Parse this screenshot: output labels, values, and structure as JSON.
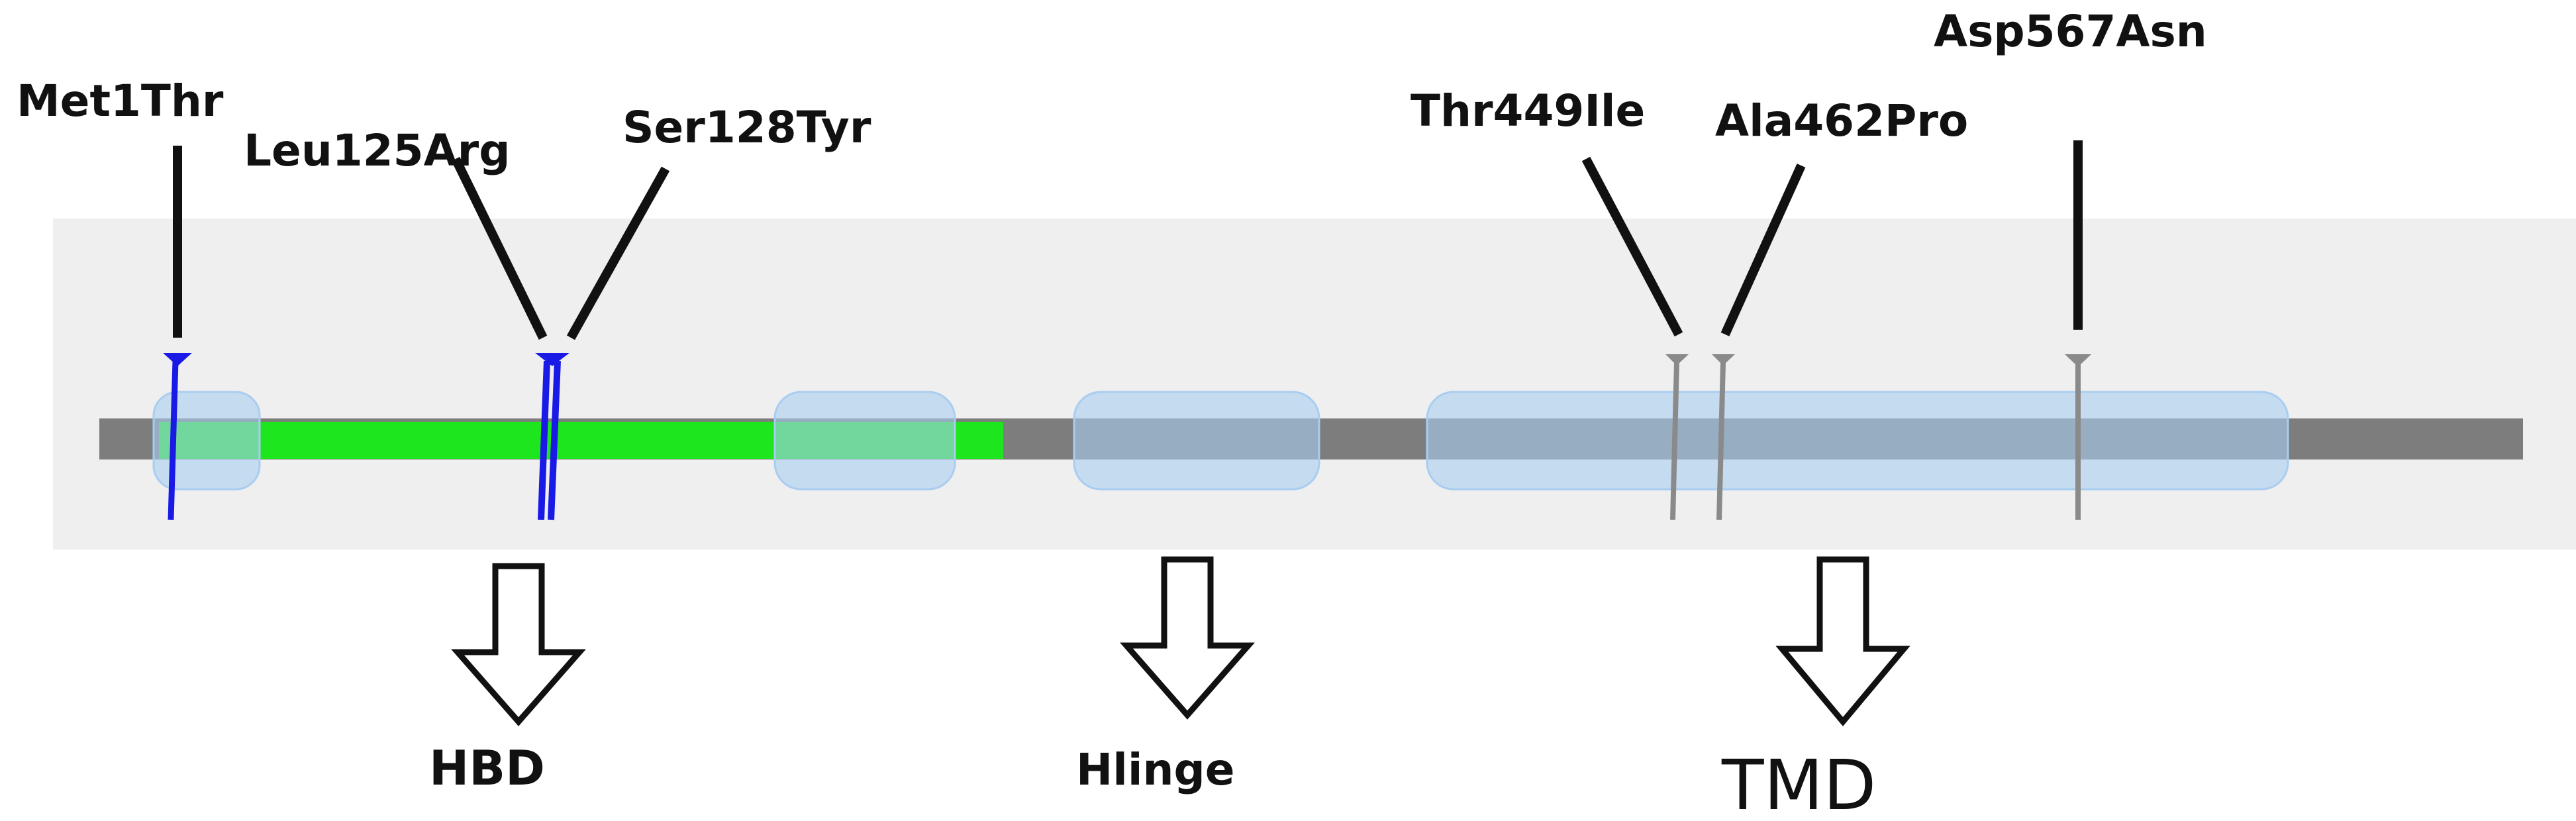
{
  "mutations": [
    {
      "label": "Met1Thr",
      "marker_color": "#1a1ae6"
    },
    {
      "label": "Leu125Arg",
      "marker_color": "#1a1ae6"
    },
    {
      "label": "Ser128Tyr",
      "marker_color": "#1a1ae6"
    },
    {
      "label": "Thr449Ile",
      "marker_color": "#8a8a8a"
    },
    {
      "label": "Ala462Pro",
      "marker_color": "#8a8a8a"
    },
    {
      "label": "Asp567Asn",
      "marker_color": "#8a8a8a"
    }
  ],
  "domains": [
    {
      "label": "HBD"
    },
    {
      "label": "Hlinge"
    },
    {
      "label": "TMD"
    }
  ],
  "colors": {
    "panel": "#efefef",
    "backbone": "#7d7d7d",
    "highlight": "#1ee61e",
    "domain_box": "#a9cdf0",
    "pointer_line": "#111111"
  }
}
